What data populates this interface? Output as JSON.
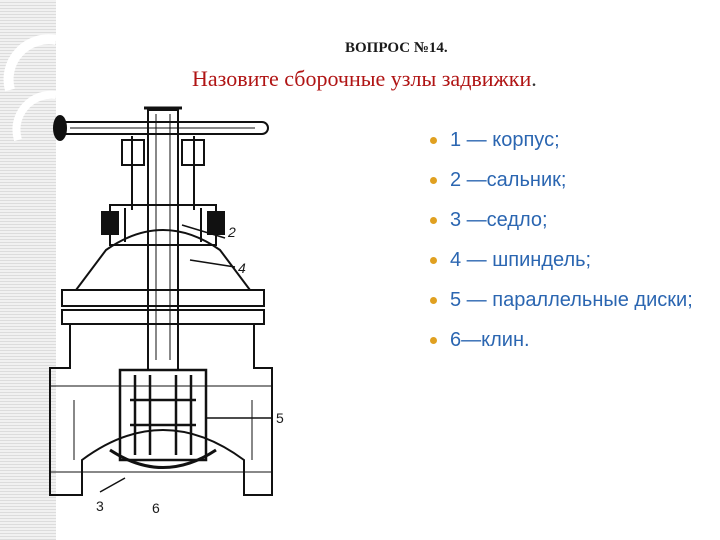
{
  "slide": {
    "question_number": "ВОПРОС №14.",
    "question_text": "Назовите сборочные узлы задвижки",
    "question_dot": "."
  },
  "answers": [
    "1 — корпус;",
    "2 —сальник;",
    "3 —седло;",
    "4 — шпиндель;",
    "5 — параллельные диски;",
    "6—клин."
  ],
  "drawing_labels": {
    "label_2": "2",
    "label_4": "4",
    "label_5": "5",
    "label_3": "3",
    "label_6": "6"
  },
  "colors": {
    "title": "#b01414",
    "bullet_text": "#2b66b1",
    "bullet_marker": "#e0a020"
  }
}
